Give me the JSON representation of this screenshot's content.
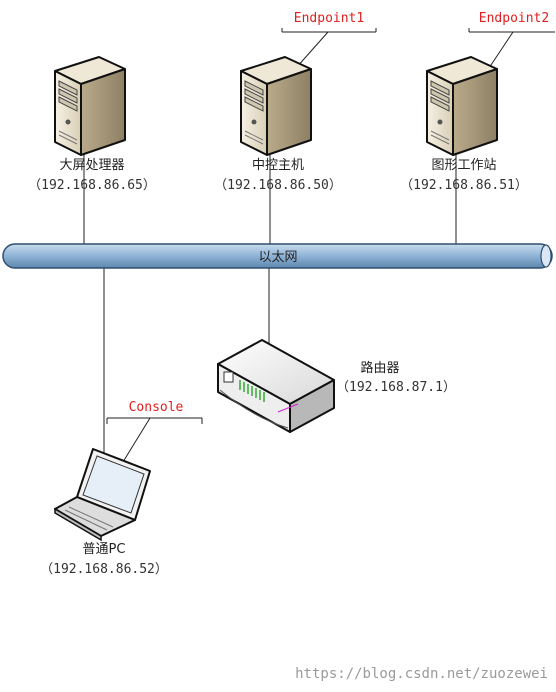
{
  "nodes": {
    "big_screen": {
      "name": "大屏处理器",
      "ip": "（192.168.86.65）"
    },
    "master_host": {
      "name": "中控主机",
      "ip": "（192.168.86.50）",
      "tag": "Endpoint1"
    },
    "workstation": {
      "name": "图形工作站",
      "ip": "（192.168.86.51）",
      "tag": "Endpoint2"
    },
    "router": {
      "name": "路由器",
      "ip": "（192.168.87.1）"
    },
    "pc": {
      "name": "普通PC",
      "ip": "（192.168.86.52）"
    }
  },
  "bus": {
    "label": "以太网"
  },
  "console": {
    "label": "Console"
  },
  "watermark": "https://blog.csdn.net/zuozewei",
  "colors": {
    "tag_red": "#e02020",
    "bus_fill": "#8fb3d6",
    "bus_stroke": "#2f4f6f"
  }
}
